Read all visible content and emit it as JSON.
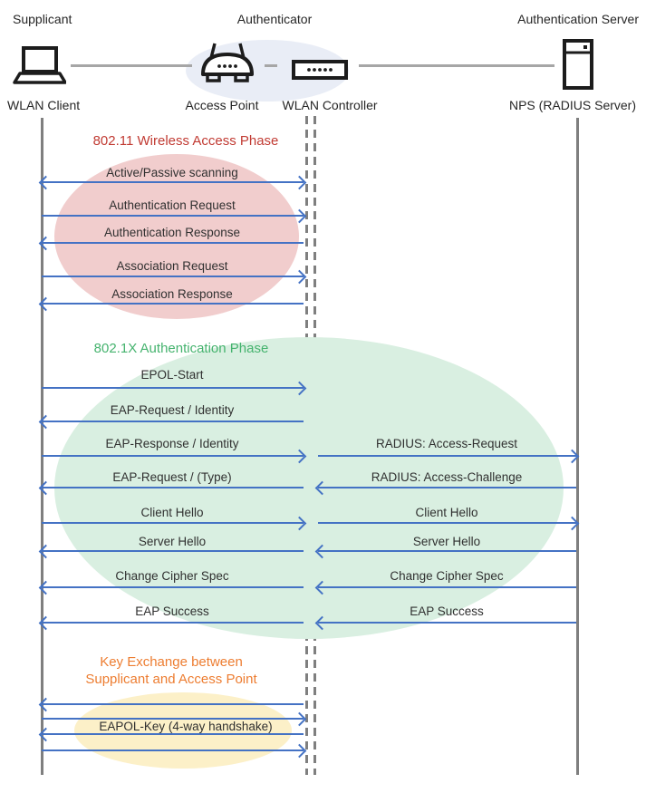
{
  "actors": {
    "supplicant": {
      "role": "Supplicant",
      "device": "WLAN Client"
    },
    "authenticator": {
      "role": "Authenticator",
      "device_ap": "Access Point",
      "device_wlc": "WLAN Controller"
    },
    "auth_server": {
      "role": "Authentication Server",
      "device": "NPS (RADIUS Server)"
    }
  },
  "phases": [
    {
      "title": "802.11 Wireless Access Phase",
      "title_color": "#C13B33",
      "ellipse_color": "#F1CDCD"
    },
    {
      "title": "802.1X Authentication Phase",
      "title_color": "#45B36E",
      "ellipse_color": "#D9EFE1"
    },
    {
      "title_line1": "Key Exchange between",
      "title_line2": "Supplicant and Access Point",
      "title_color": "#ED7D31",
      "ellipse_color": "#FCF0C8"
    }
  ],
  "messages": {
    "supplicant_to_controller": [
      {
        "label": "Active/Passive scanning",
        "direction": "bidirectional"
      },
      {
        "label": "Authentication Request",
        "direction": "right"
      },
      {
        "label": "Authentication Response",
        "direction": "left"
      },
      {
        "label": "Association Request",
        "direction": "right"
      },
      {
        "label": "Association Response",
        "direction": "left"
      },
      {
        "label": "EPOL-Start",
        "direction": "right"
      },
      {
        "label": "EAP-Request / Identity",
        "direction": "left"
      },
      {
        "label": "EAP-Response / Identity",
        "direction": "right"
      },
      {
        "label": "EAP-Request / (Type)",
        "direction": "left"
      },
      {
        "label": "Client Hello",
        "direction": "right"
      },
      {
        "label": "Server Hello",
        "direction": "left"
      },
      {
        "label": "Change Cipher Spec",
        "direction": "left"
      },
      {
        "label": "EAP Success",
        "direction": "left"
      },
      {
        "label": "EAPOL-Key (4-way handshake)",
        "direction": "left,right,left,right"
      }
    ],
    "controller_to_server": [
      {
        "label": "RADIUS: Access-Request",
        "direction": "right"
      },
      {
        "label": "RADIUS: Access-Challenge",
        "direction": "left"
      },
      {
        "label": "Client Hello",
        "direction": "right"
      },
      {
        "label": "Server Hello",
        "direction": "left"
      },
      {
        "label": "Change Cipher Spec",
        "direction": "left"
      },
      {
        "label": "EAP Success",
        "direction": "left"
      }
    ]
  },
  "colors": {
    "arrow": "#4472C4",
    "lifeline": "#7F7F7F",
    "connector": "#A6A6A6",
    "authenticator_halo": "#E9EDF6",
    "message_text": "#303030"
  },
  "icons": [
    "laptop-icon",
    "access-point-icon",
    "wlan-controller-icon",
    "server-icon"
  ]
}
